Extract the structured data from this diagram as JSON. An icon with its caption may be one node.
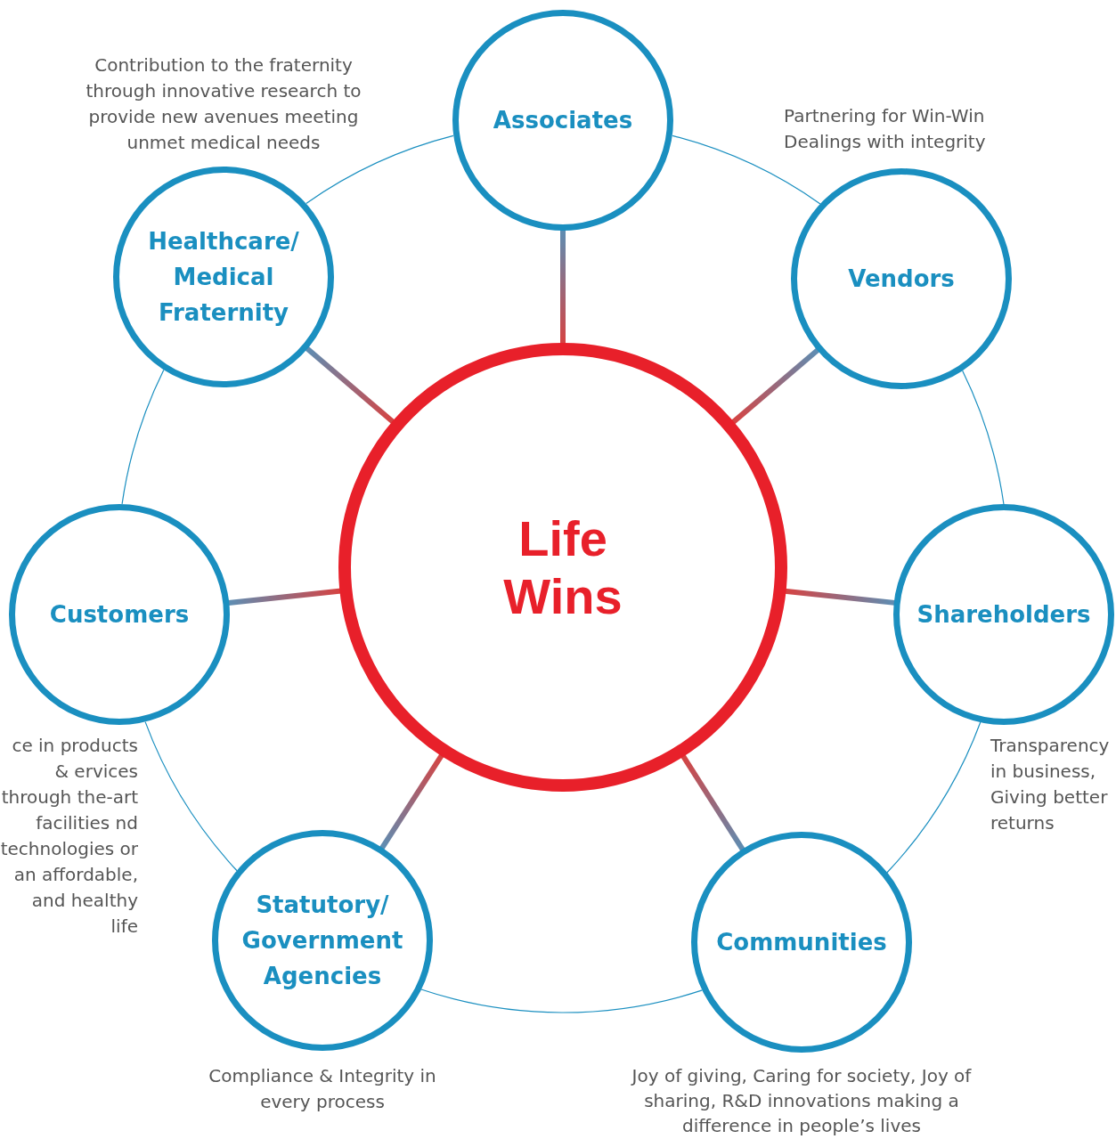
{
  "diagram": {
    "nodes": [
      {
        "text": [
          "Life Wins"
        ]
      },
      {
        "text": [
          "Associates"
        ]
      },
      {
        "text": [
          "Vendors"
        ],
        "beside": [
          "Partnering for Win-Win Dealings with integrity"
        ]
      },
      {
        "text": [
          "Shareholders"
        ],
        "beside": [
          "Transparency in business, Giving better returns"
        ]
      },
      {
        "text": [
          "Communities"
        ],
        "beside": [
          "Joy of giving, Caring for society, Joy of  sharing, R&D innovations making a difference in people’s lives"
        ]
      },
      {
        "text": [
          "Statutory/ Government Agencies"
        ],
        "beside": [
          "Compliance & Integrity in every process"
        ]
      },
      {
        "text": [
          "Customers"
        ],
        "beside": [
          "ce in products & ervices through the-art facilities nd technologies or an affordable, and healthy life"
        ]
      },
      {
        "text": [
          "Healthcare/ Medical Fraternity"
        ],
        "beside": [
          "Contribution to the fraternity through innovative research to provide new avenues meeting unmet medical needs"
        ]
      }
    ],
    "edges": [
      {
        "from": 0,
        "to": 1,
        "arrow": "none",
        "style": "thick"
      },
      {
        "from": 0,
        "to": 2,
        "arrow": "none",
        "style": "thick"
      },
      {
        "from": 0,
        "to": 3,
        "arrow": "none",
        "style": "thick"
      },
      {
        "from": 0,
        "to": 4,
        "arrow": "none",
        "style": "thick"
      },
      {
        "from": 0,
        "to": 5,
        "arrow": "none",
        "style": "thick"
      },
      {
        "from": 0,
        "to": 6,
        "arrow": "none",
        "style": "thick"
      },
      {
        "from": 0,
        "to": 7,
        "arrow": "none",
        "style": "thick"
      },
      {
        "from": 1,
        "to": 2,
        "arrow": "none"
      },
      {
        "from": 2,
        "to": 3,
        "arrow": "none"
      },
      {
        "from": 3,
        "to": 4,
        "arrow": "none"
      },
      {
        "from": 4,
        "to": 5,
        "arrow": "none"
      },
      {
        "from": 5,
        "to": 6,
        "arrow": "none"
      },
      {
        "from": 6,
        "to": 7,
        "arrow": "none"
      },
      {
        "from": 7,
        "to": 1,
        "arrow": "none"
      }
    ]
  }
}
